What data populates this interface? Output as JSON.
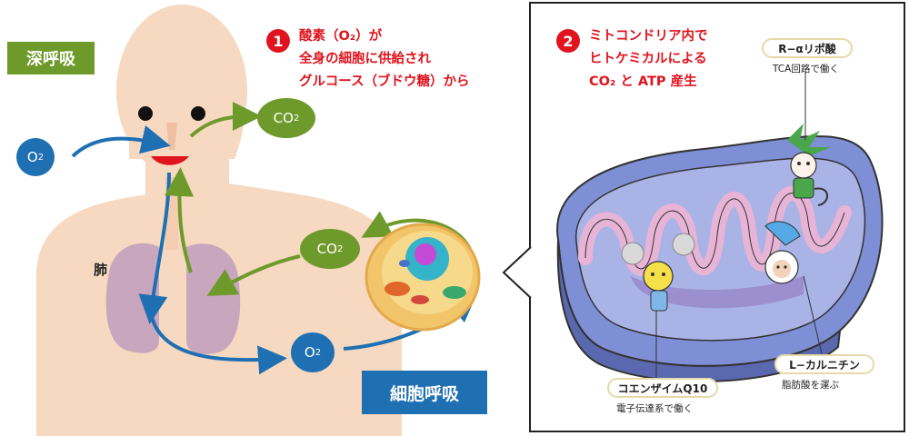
{
  "deep_breathing_label": "深呼吸",
  "cellular_respiration_label": "細胞呼吸",
  "lung_label": "肺",
  "o2_text": "O",
  "o2_sub": "2",
  "co2_text": "CO",
  "co2_sub": "2",
  "step1": {
    "number": "1",
    "lines": [
      "酸素（O₂）が",
      "全身の細胞に供給され",
      "グルコース（ブドウ糖）から"
    ]
  },
  "step2": {
    "number": "2",
    "lines": [
      "ミトコンドリア内で",
      "ヒトケミカルによる",
      "CO₂ と ATP 産生"
    ]
  },
  "mito": {
    "lipoic": {
      "name": "R−αリポ酸",
      "caption": "TCA回路で働く"
    },
    "carnitine": {
      "name": "L−カルニチン",
      "caption": "脂肪酸を運ぶ"
    },
    "coq10": {
      "name": "コエンザイムQ10",
      "caption": "電子伝達系で働く"
    }
  },
  "colors": {
    "green": "#6e9a2c",
    "blue": "#1f6fb3",
    "red": "#e0141e",
    "skin": "#f6d9c0",
    "lung": "#c8a6bd"
  }
}
